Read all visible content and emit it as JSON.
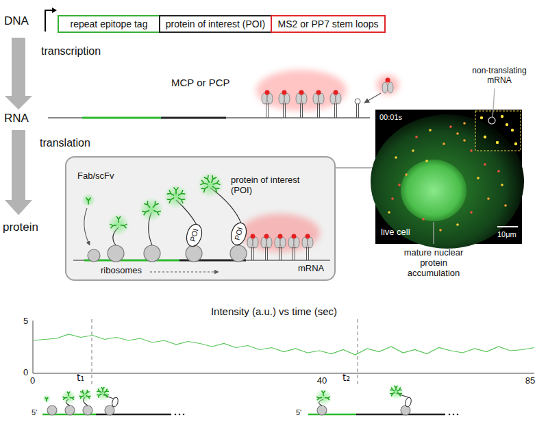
{
  "diagram": {
    "nodes": [
      {
        "text": [
          "repeat epitope tag"
        ]
      },
      {
        "text": [
          "protein of interest (POI)"
        ]
      },
      {
        "text": [
          "MS2 or PP7 stem loops"
        ]
      },
      {
        "text": [
          "Fab/scFv",
          "protein of interest (POI)",
          "ribosomes",
          "mRNA"
        ]
      },
      {
        "text": [
          "POI"
        ],
        "in": 3
      },
      {
        "text": [
          "POI"
        ],
        "in": 3
      },
      {
        "text": [
          "00:01s",
          "live cell",
          "10μm"
        ]
      }
    ],
    "edges": [
      {
        "from": 3,
        "to": 6,
        "arrow": "none"
      }
    ],
    "labels": [
      "DNA",
      "transcription",
      "RNA",
      "translation",
      "protein",
      "MCP or PCP",
      "non-translating mRNA",
      "mature nuclear protein accumulation",
      "Intensity (a.u.) vs time (sec)",
      "5",
      "0",
      "0",
      "40",
      "85",
      "t₁",
      "t₂",
      "5'",
      "5'"
    ]
  }
}
